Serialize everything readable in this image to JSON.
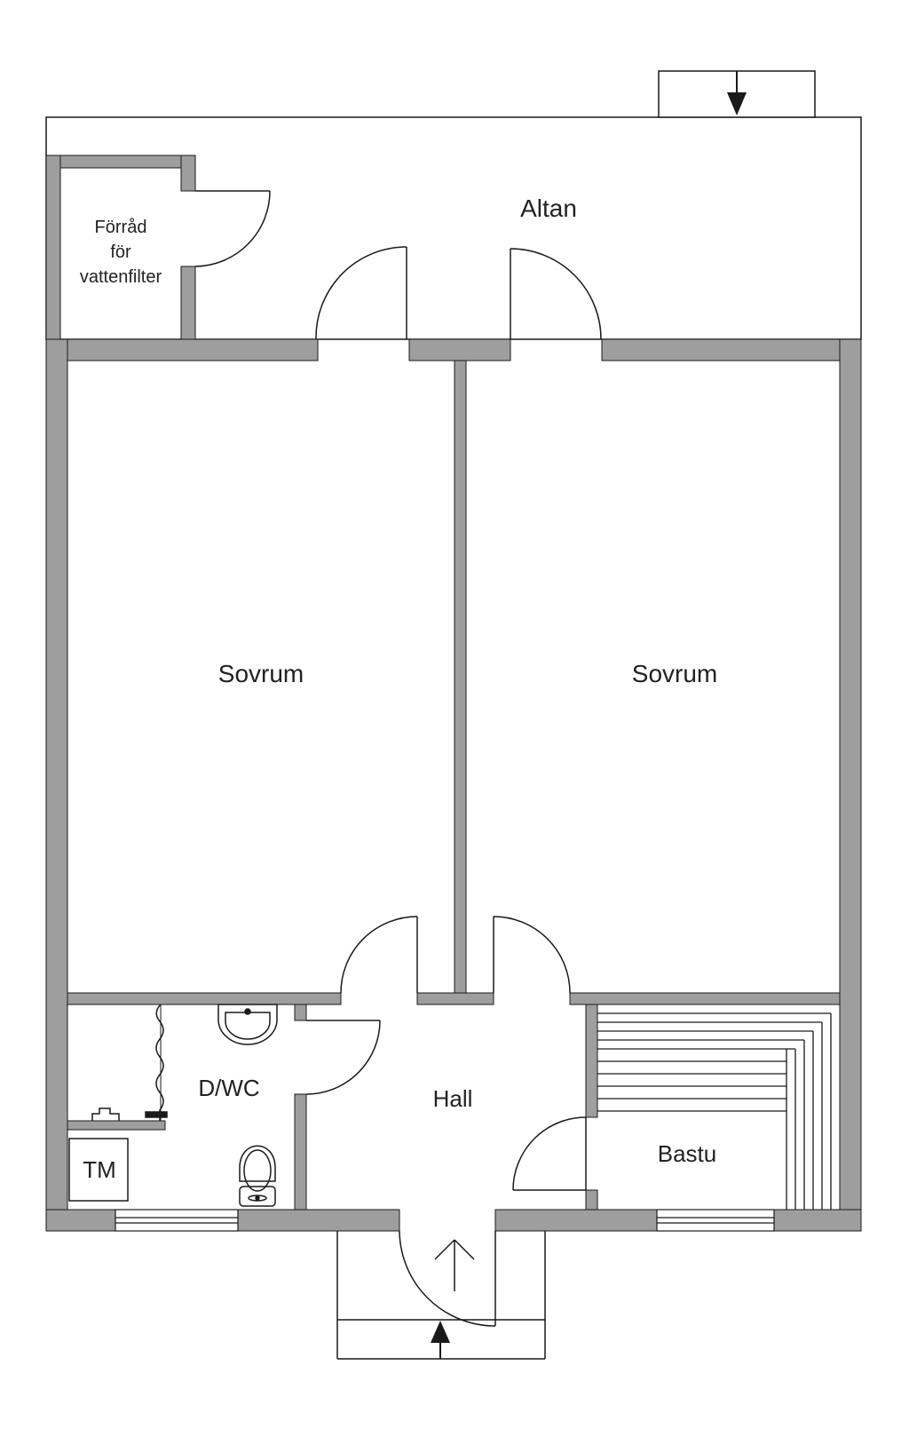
{
  "colors": {
    "wall": "#9e9e9e",
    "line": "#1a1a1a",
    "text": "#222222",
    "background": "#ffffff"
  },
  "rooms": {
    "altan": "Altan",
    "forrad_line1": "Förråd",
    "forrad_line2": "för",
    "forrad_line3": "vattenfilter",
    "sovrum_left": "Sovrum",
    "sovrum_right": "Sovrum",
    "dwc": "D/WC",
    "hall": "Hall",
    "bastu": "Bastu",
    "tm": "TM"
  },
  "icons": {
    "entrance_arrow": "arrow-up-icon",
    "altan_arrow": "arrow-down-icon",
    "sink": "sink-icon",
    "toilet": "toilet-icon",
    "shower": "shower-icon"
  }
}
